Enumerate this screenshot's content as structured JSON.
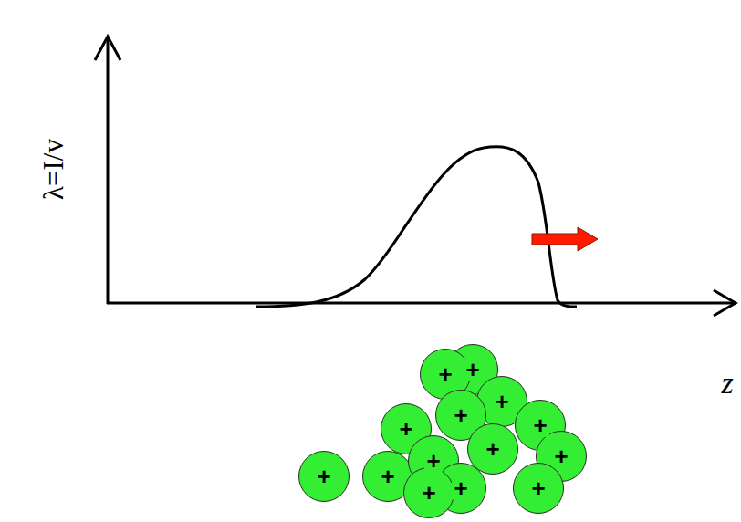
{
  "diagram": {
    "nodes": [
      {
        "text": [
          "+"
        ]
      },
      {
        "text": [
          "+"
        ]
      },
      {
        "text": [
          "+"
        ]
      },
      {
        "text": [
          "+"
        ]
      },
      {
        "text": [
          "+"
        ]
      },
      {
        "text": [
          "+"
        ]
      },
      {
        "text": [
          "+"
        ]
      },
      {
        "text": [
          "+"
        ]
      },
      {
        "text": [
          "+"
        ]
      },
      {
        "text": [
          "+"
        ]
      },
      {
        "text": [
          "+"
        ]
      },
      {
        "text": [
          "+"
        ]
      },
      {
        "text": [
          "+"
        ]
      },
      {
        "text": [
          "+"
        ]
      }
    ],
    "labels": [
      "λ=I/v",
      "z"
    ]
  }
}
